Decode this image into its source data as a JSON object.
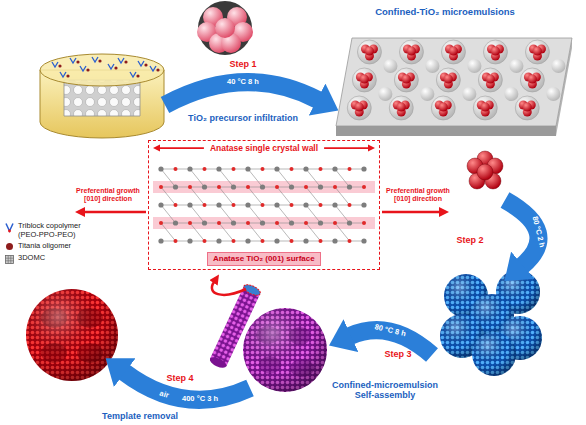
{
  "diagram": {
    "nodes": [
      {
        "text": [
          "Anatase single crystal wall"
        ]
      },
      {
        "text": [
          "Anatase TiO₂ (001) surface"
        ],
        "in": 0
      }
    ],
    "labels": [
      "Step 1",
      "40 °C 8 h",
      "TiO₂ precursor infiltration",
      "Confined-TiO₂ microemulsions",
      "Preferential growth [010] direction",
      "Step 2",
      "80 °C 2 h",
      "Step 3",
      "80 °C 8 h",
      "Confined-microemulsion Self-assembly",
      "Step 4",
      "400 °C 3 h",
      "air",
      "Template removal",
      "Preferential growth [010] direction"
    ],
    "legend": [
      {
        "text": "Triblock copolymer (PEO-PPO-PEO)"
      },
      {
        "text": "Titania oligomer",
        "color": "#8e1c1c"
      },
      {
        "text": "3DOMC"
      }
    ]
  }
}
